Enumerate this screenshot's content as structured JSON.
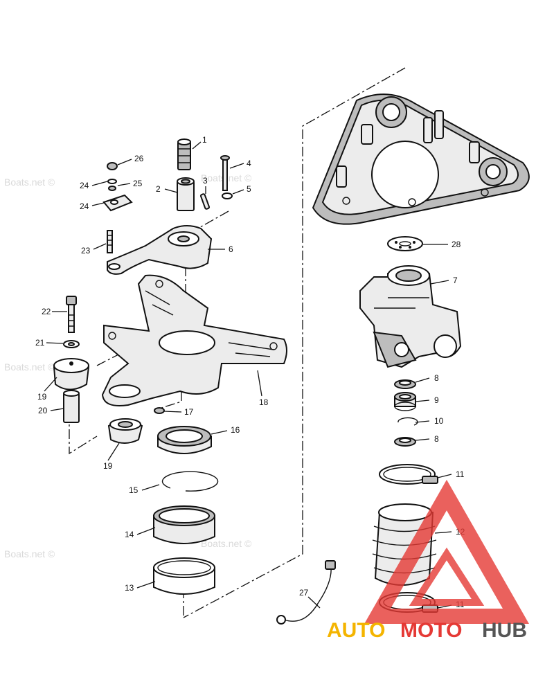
{
  "watermark": "Boats.net ©",
  "logo": {
    "auto": "AUTO",
    "moto": "MOTO",
    "hub": "HUB",
    "triangle_color": "#e53935",
    "auto_color": "#f4b400",
    "hub_color": "#555555"
  },
  "callouts": [
    "1",
    "2",
    "3",
    "4",
    "5",
    "6",
    "7",
    "8",
    "9",
    "10",
    "8",
    "11",
    "12",
    "11",
    "13",
    "14",
    "15",
    "16",
    "17",
    "18",
    "19",
    "19",
    "20",
    "21",
    "22",
    "23",
    "24",
    "25",
    "24",
    "26",
    "27",
    "28"
  ]
}
